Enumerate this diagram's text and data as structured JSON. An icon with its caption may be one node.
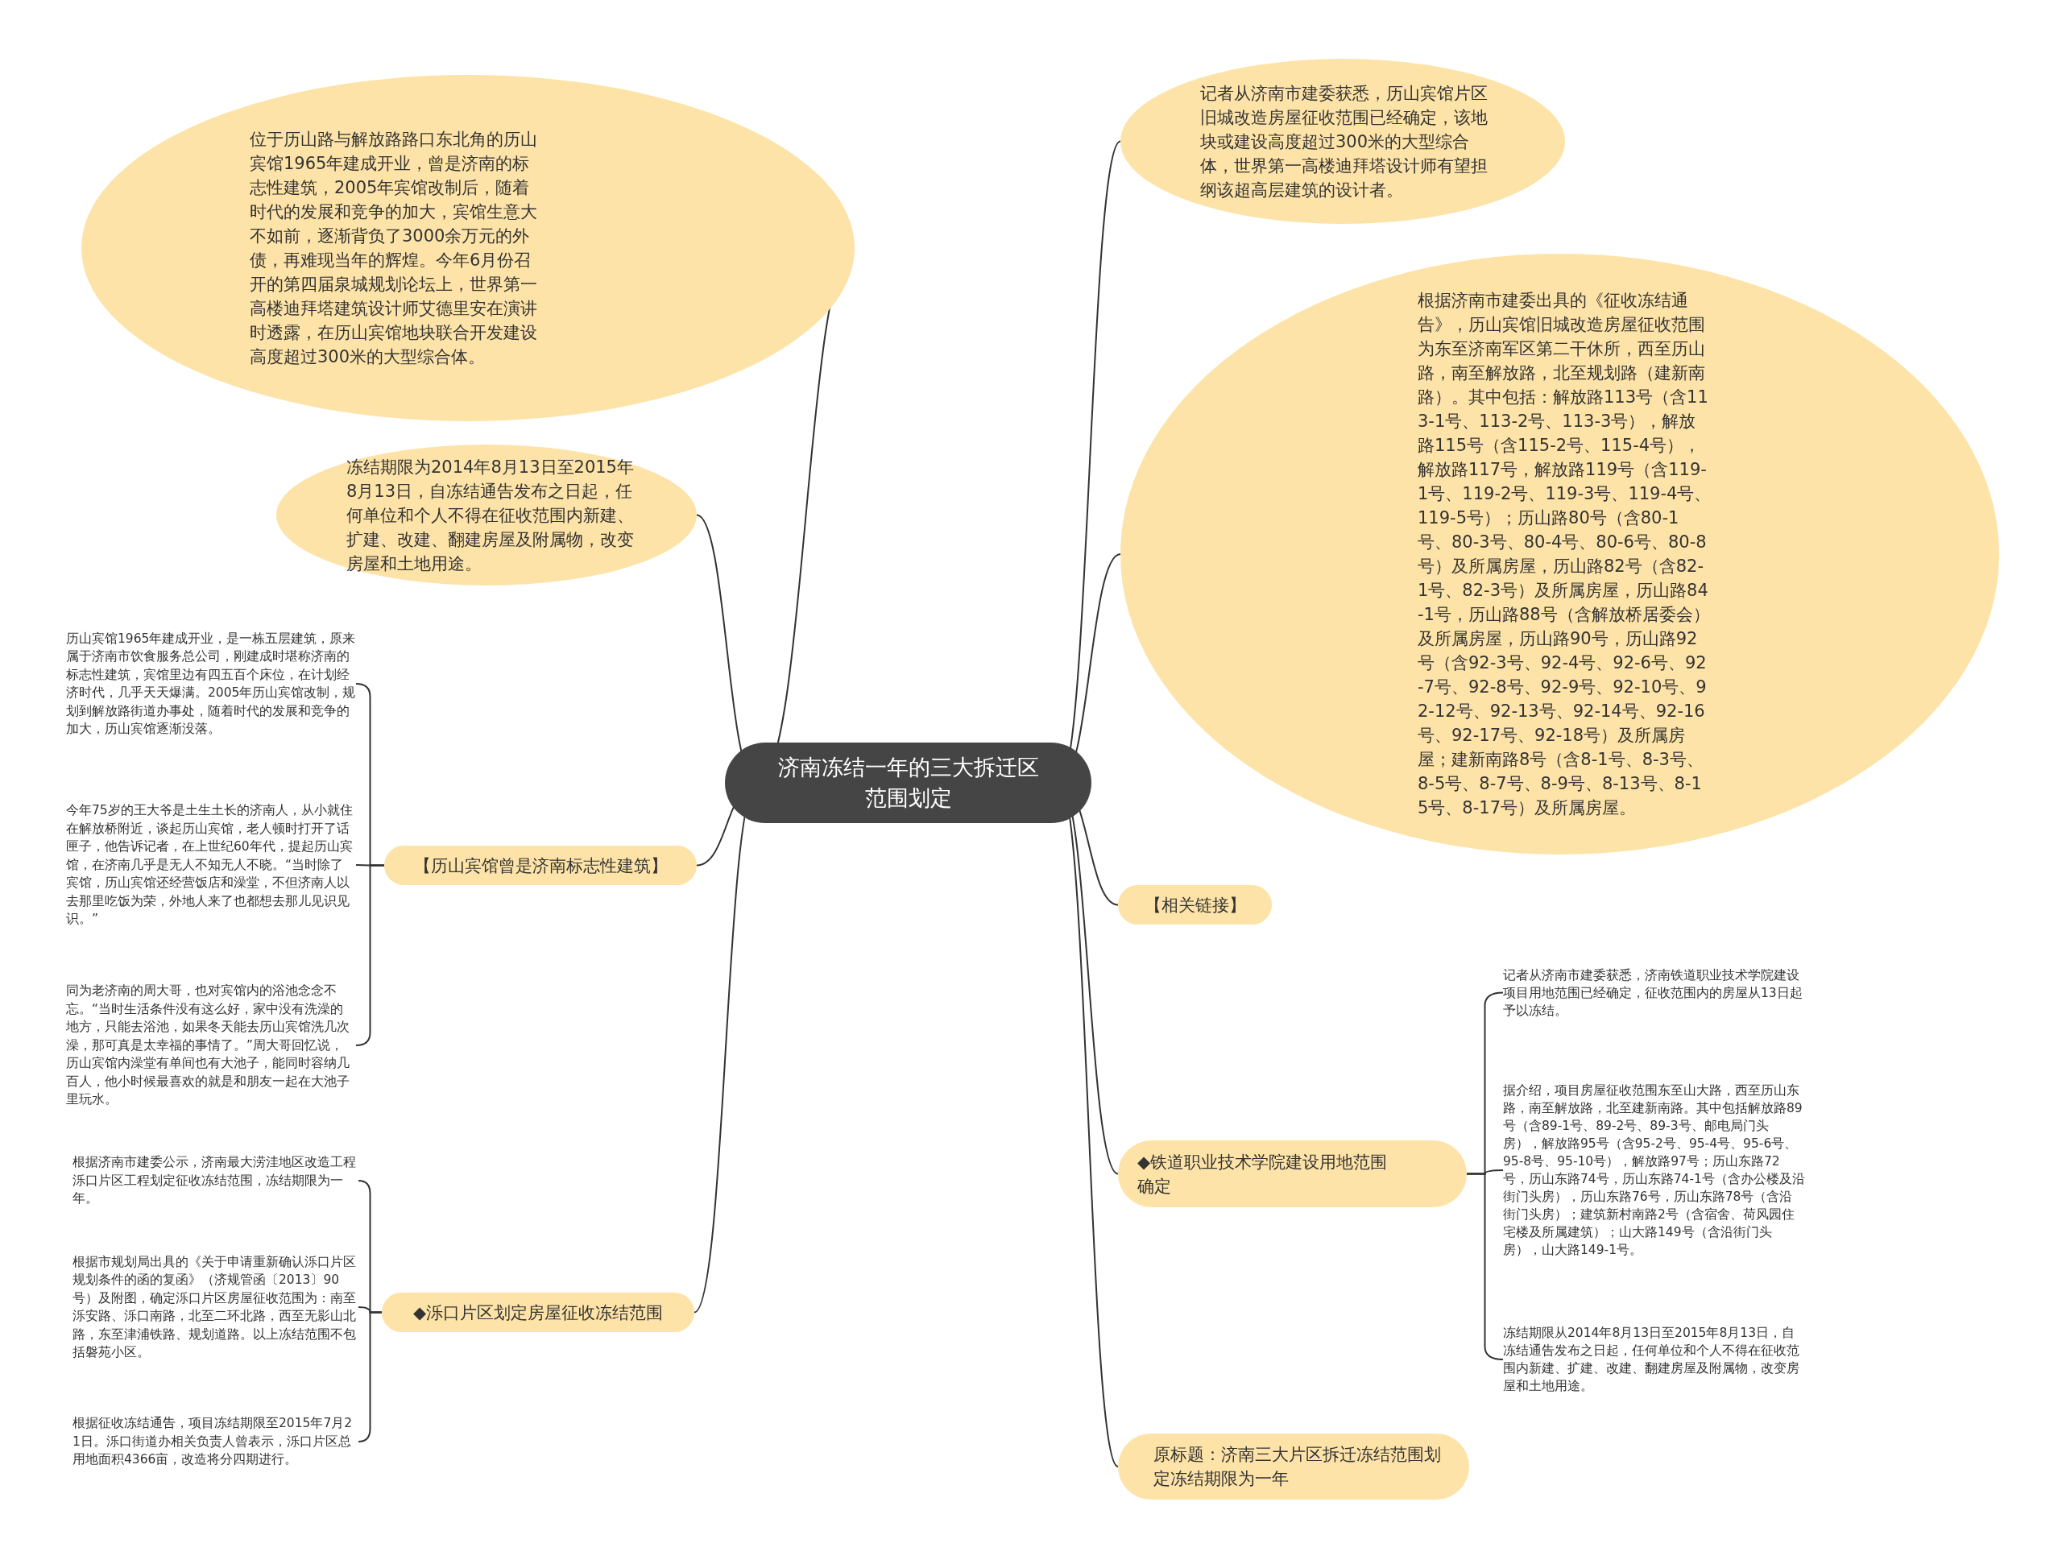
{
  "diagram": {
    "nodes": [
      {
        "text": [
          "济南冻结一年的三大拆迁区范围划定"
        ]
      },
      {
        "text": [
          "记者从济南市建委获悉，历山宾馆片区旧城改造房屋征收范围已经确定，该地块或建设高度超过300米的大型综合体，世界第一高楼迪拜塔设计师有望担纲该超高层建筑的设计者。"
        ]
      },
      {
        "text": [
          "根据济南市建委出具的《征收冻结通告》，历山宾馆旧城改造房屋征收范围为东至济南军区第二干休所，西至历山路，南至解放路，北至规划路（建新南路）。其中包括：解放路113号（含113-1号、113-2号、113-3号），解放路115号（含115-2号、115-4号），解放路117号，解放路119号（含119-1号、119-2号、119-3号、119-4号、119-5号）；历山路80号（含80-1号、80-3号、80-4号、80-6号、80-8号）及所属房屋，历山路82号（含82-1号、82-3号）及所属房屋，历山路84-1号，历山路88号（含解放桥居委会）及所属房屋，历山路90号，历山路92号（含92-3号、92-4号、92-6号、92-7号、92-8号、92-9号、92-10号、92-12号、92-13号、92-14号、92-16号、92-17号、92-18号）及所属房屋；建新南路8号（含8-1号、8-3号、8-5号、8-7号、8-9号、8-13号、8-15号、8-17号）及所属房屋。"
        ]
      },
      {
        "text": [
          "【相关链接】"
        ]
      },
      {
        "text": [
          "◆铁道职业技术学院建设用地范围确定"
        ]
      },
      {
        "text": [
          "记者从济南市建委获悉，济南铁道职业技术学院建设项目用地范围已经确定，征收范围内的房屋从13日起予以冻结。"
        ]
      },
      {
        "text": [
          "据介绍，项目房屋征收范围东至山大路，西至历山东路，南至解放路，北至建新南路。其中包括解放路89号（含89-1号、89-2号、89-3号、邮电局门头房），解放路95号（含95-2号、95-4号、95-6号、95-8号、95-10号），解放路97号；历山东路72号，历山东路74号，历山东路74-1号（含办公楼及沿街门头房），历山东路76号，历山东路78号（含沿街门头房）；建筑新村南路2号（含宿舍、荷风园住宅楼及所属建筑）；山大路149号（含沿街门头房），山大路149-1号。"
        ]
      },
      {
        "text": [
          "冻结期限从2014年8月13日至2015年8月13日，自冻结通告发布之日起，任何单位和个人不得在征收范围内新建、扩建、改建、翻建房屋及附属物，改变房屋和土地用途。"
        ]
      },
      {
        "text": [
          "原标题：济南三大片区拆迁冻结范围划定冻结期限为一年"
        ]
      },
      {
        "text": [
          "位于历山路与解放路路口东北角的历山宾馆1965年建成开业，曾是济南的标志性建筑，2005年宾馆改制后，随着时代的发展和竞争的加大，宾馆生意大不如前，逐渐背负了3000余万元的外债，再难现当年的辉煌。今年6月份召开的第四届泉城规划论坛上，世界第一高楼迪拜塔建筑设计师艾德里安在演讲时透露，在历山宾馆地块联合开发建设高度超过300米的大型综合体。"
        ]
      },
      {
        "text": [
          "冻结期限为2014年8月13日至2015年8月13日，自冻结通告发布之日起，任何单位和个人不得在征收范围内新建、扩建、改建、翻建房屋及附属物，改变房屋和土地用途。"
        ]
      },
      {
        "text": [
          "【历山宾馆曾是济南标志性建筑】"
        ]
      },
      {
        "text": [
          "历山宾馆1965年建成开业，是一栋五层建筑，原来属于济南市饮食服务总公司，刚建成时堪称济南的标志性建筑，宾馆里边有四五百个床位，在计划经济时代，几乎天天爆满。2005年历山宾馆改制，规划到解放路街道办事处，随着时代的发展和竞争的加大，历山宾馆逐渐没落。"
        ]
      },
      {
        "text": [
          "今年75岁的王大爷是土生土长的济南人，从小就住在解放桥附近，谈起历山宾馆，老人顿时打开了话匣子，他告诉记者，在上世纪60年代，提起历山宾馆，在济南几乎是无人不知无人不晓。“当时除了宾馆，历山宾馆还经营饭店和澡堂，不但济南人以去那里吃饭为荣，外地人来了也都想去那儿见识见识。”"
        ]
      },
      {
        "text": [
          "同为老济南的周大哥，也对宾馆内的浴池念念不忘。“当时生活条件没有这么好，家中没有洗澡的地方，只能去浴池，如果冬天能去历山宾馆洗几次澡，那可真是太幸福的事情了。”周大哥回忆说，历山宾馆内澡堂有单间也有大池子，能同时容纳几百人，他小时候最喜欢的就是和朋友一起在大池子里玩水。"
        ]
      },
      {
        "text": [
          "◆泺口片区划定房屋征收冻结范围"
        ]
      },
      {
        "text": [
          "根据济南市建委公示，济南最大涝洼地区改造工程泺口片区工程划定征收冻结范围，冻结期限为一年。"
        ]
      },
      {
        "text": [
          "根据市规划局出具的《关于申请重新确认泺口片区规划条件的函的复函》（济规管函〔2013〕90号）及附图，确定泺口片区房屋征收范围为：南至泺安路、泺口南路，北至二环北路，西至无影山北路，东至津浦铁路、规划道路。以上冻结范围不包括磐苑小区。"
        ]
      },
      {
        "text": [
          "根据征收冻结通告，项目冻结期限至2015年7月21日。泺口街道办相关负责人曾表示，泺口片区总用地面积4366亩，改造将分四期进行。"
        ]
      }
    ],
    "edges": [
      {
        "from": 0,
        "to": 1,
        "arrow": "none"
      },
      {
        "from": 0,
        "to": 2,
        "arrow": "none"
      },
      {
        "from": 0,
        "to": 3,
        "arrow": "none"
      },
      {
        "from": 0,
        "to": 4,
        "arrow": "none"
      },
      {
        "from": 4,
        "to": 5,
        "arrow": "none"
      },
      {
        "from": 4,
        "to": 6,
        "arrow": "none"
      },
      {
        "from": 4,
        "to": 7,
        "arrow": "none"
      },
      {
        "from": 0,
        "to": 8,
        "arrow": "none"
      },
      {
        "from": 0,
        "to": 9,
        "arrow": "none"
      },
      {
        "from": 0,
        "to": 10,
        "arrow": "none"
      },
      {
        "from": 0,
        "to": 11,
        "arrow": "none"
      },
      {
        "from": 11,
        "to": 12,
        "arrow": "none"
      },
      {
        "from": 11,
        "to": 13,
        "arrow": "none"
      },
      {
        "from": 11,
        "to": 14,
        "arrow": "none"
      },
      {
        "from": 0,
        "to": 15,
        "arrow": "none"
      },
      {
        "from": 15,
        "to": 16,
        "arrow": "none"
      },
      {
        "from": 15,
        "to": 17,
        "arrow": "none"
      },
      {
        "from": 15,
        "to": 18,
        "arrow": "none"
      }
    ]
  }
}
